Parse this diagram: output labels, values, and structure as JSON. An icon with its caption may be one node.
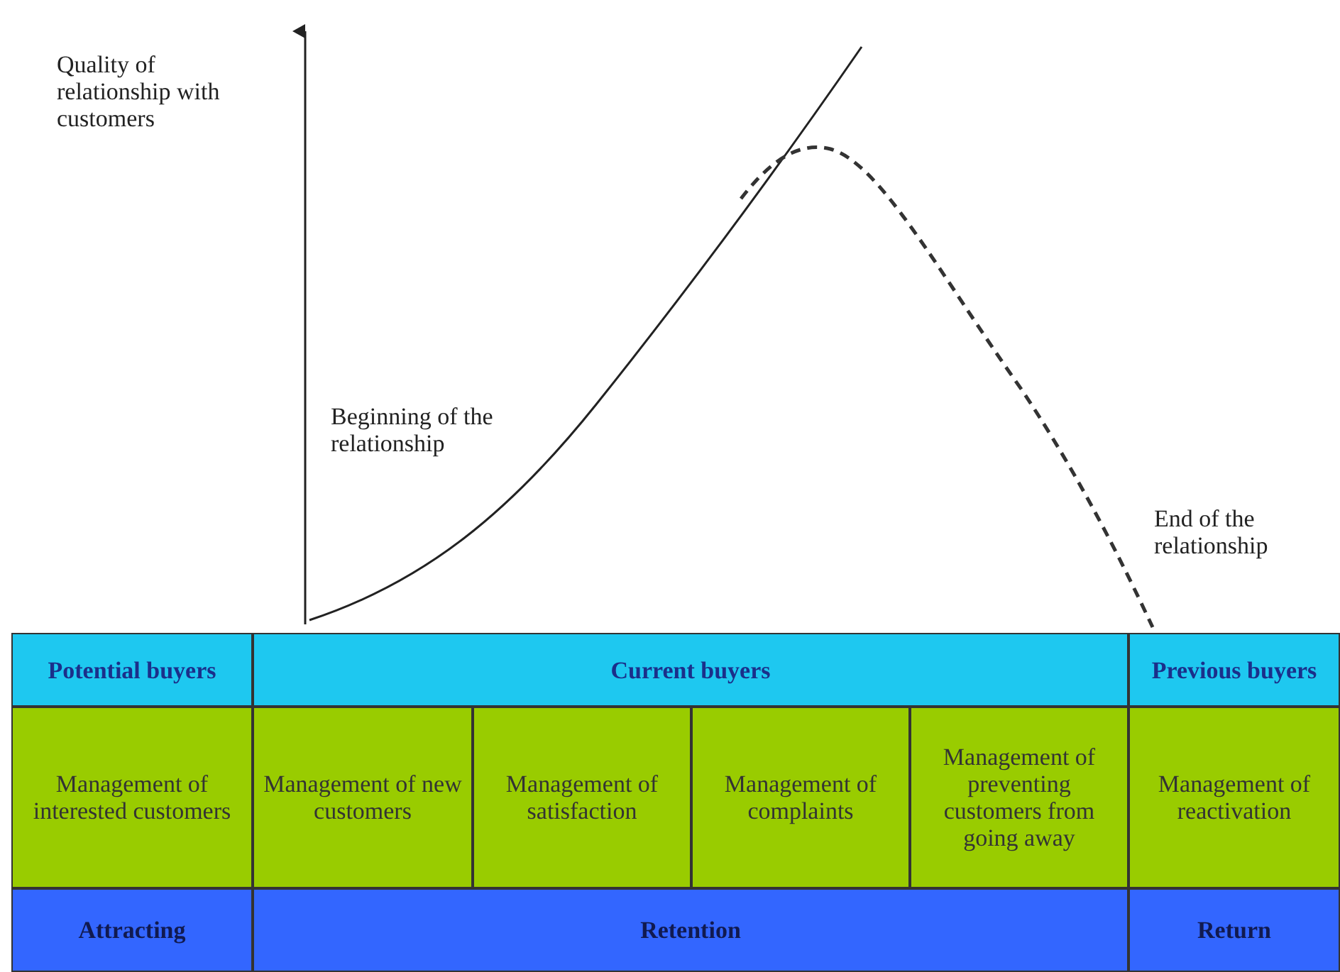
{
  "diagram": {
    "labels": [
      "Quality of relationship with customers",
      "Beginning of the relationship",
      "End of the relationship",
      "Potential buyers",
      "Current buyers",
      "Previous buyers",
      "Management of interested customers",
      "Management of new customers",
      "Management of satisfaction",
      "Management of complaints",
      "Management of preventing customers from going away",
      "Management of reactivation",
      "Attracting",
      "Retention",
      "Return"
    ]
  }
}
